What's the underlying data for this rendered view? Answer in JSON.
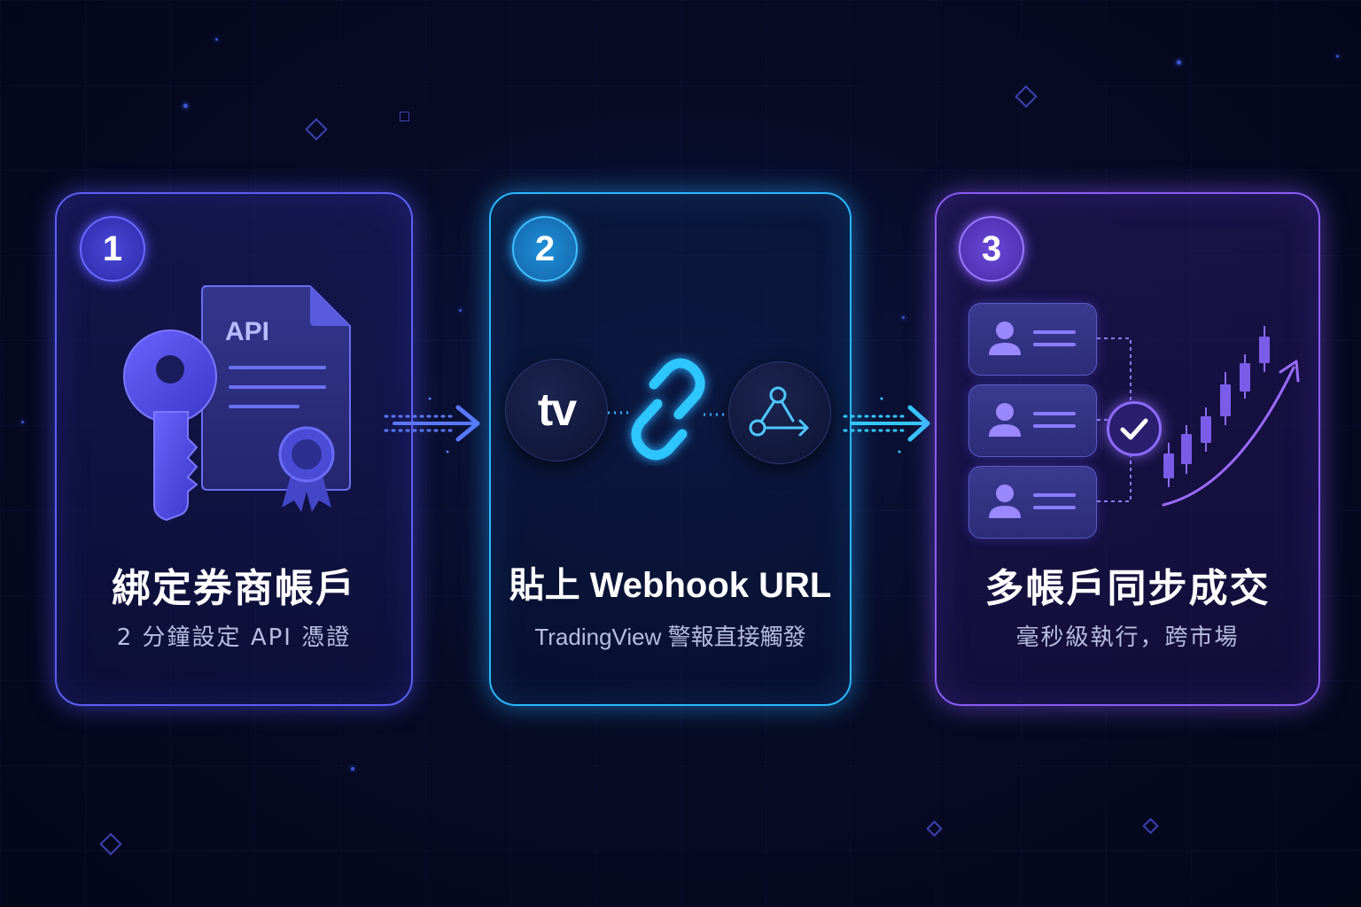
{
  "steps": [
    {
      "number": "1",
      "title": "綁定券商帳戶",
      "subtitle": "2 分鐘設定 API 憑證",
      "doc_label": "API",
      "accent": "#5d5ef5"
    },
    {
      "number": "2",
      "title": "貼上 Webhook URL",
      "subtitle": "TradingView 警報直接觸發",
      "tv_label": "tv",
      "accent": "#28b8ff"
    },
    {
      "number": "3",
      "title": "多帳戶同步成交",
      "subtitle": "毫秒級執行，跨市場",
      "accent": "#8a5cf5"
    }
  ],
  "icons": {
    "step1": [
      "key-icon",
      "api-document-icon",
      "certificate-badge-icon"
    ],
    "step2": [
      "tradingview-logo-icon",
      "link-chain-icon",
      "webhook-icon"
    ],
    "step3": [
      "account-card-icon",
      "checkmark-icon",
      "candlestick-chart-icon",
      "trend-arrow-icon"
    ]
  },
  "connectors": [
    "flow-arrow-1-to-2",
    "flow-arrow-2-to-3"
  ]
}
